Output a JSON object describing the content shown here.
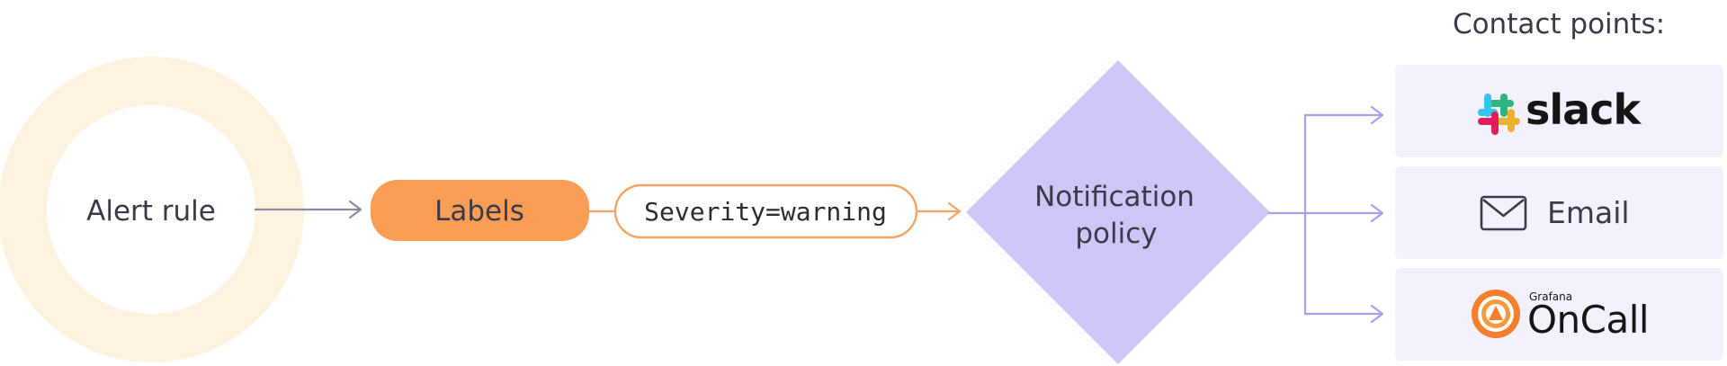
{
  "alert_rule": {
    "label": "Alert rule"
  },
  "labels": {
    "label": "Labels"
  },
  "label_value": {
    "label": "Severity=warning"
  },
  "policy": {
    "line1": "Notification",
    "line2": "policy"
  },
  "contact_points": {
    "heading": "Contact points:",
    "items": [
      {
        "label": "slack",
        "icon": "slack-logo-icon"
      },
      {
        "label": "Email",
        "icon": "envelope-icon"
      },
      {
        "label": "OnCall",
        "sublabel": "Grafana",
        "icon": "grafana-oncall-logo-icon"
      }
    ]
  },
  "colors": {
    "ring": "#fef3e1",
    "labels_fill": "#fa9d57",
    "labels_outline": "#f3a462",
    "policy_fill": "#cdc6f6",
    "card_fill": "#f2f1fc",
    "arrow_gray": "#8d8aa3",
    "arrow_purple": "#a99ff0",
    "arrow_orange": "#f0a465"
  }
}
